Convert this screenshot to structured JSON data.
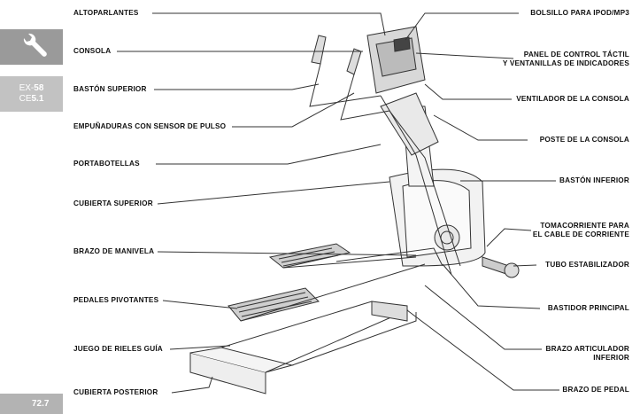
{
  "sidebar": {
    "tool_icon": "wrench-icon",
    "models": {
      "line1_prefix": "EX-",
      "line1_value": "58",
      "line2_prefix": "CE",
      "line2_value": "5.1"
    },
    "page_number": "72.7"
  },
  "labels": {
    "altoparlantes": "ALTOPARLANTES",
    "consola": "CONSOLA",
    "baston_superior": "BASTÓN SUPERIOR",
    "empunaduras": "EMPUÑADURAS CON SENSOR DE PULSO",
    "portabotellas": "PORTABOTELLAS",
    "cubierta_superior": "CUBIERTA SUPERIOR",
    "brazo_manivela": "BRAZO DE MANIVELA",
    "pedales_pivotantes": "PEDALES PIVOTANTES",
    "juego_rieles": "JUEGO DE RIELES GUÍA",
    "cubierta_posterior": "CUBIERTA POSTERIOR",
    "bolsillo": "BOLSILLO PARA IPOD/MP3",
    "panel_line1": "PANEL DE CONTROL TÁCTIL",
    "panel_line2": "Y VENTANILLAS DE INDICADORES",
    "ventilador": "VENTILADOR DE LA CONSOLA",
    "poste": "POSTE DE LA CONSOLA",
    "baston_inferior": "BASTÓN INFERIOR",
    "toma_line1": "TOMACORRIENTE PARA",
    "toma_line2": "EL CABLE DE CORRIENTE",
    "tubo": "TUBO ESTABILIZADOR",
    "bastidor": "BASTIDOR PRINCIPAL",
    "articulador_line1": "BRAZO ARTICULADOR",
    "articulador_line2": "INFERIOR",
    "brazo_pedal": "BRAZO DE PEDAL"
  }
}
